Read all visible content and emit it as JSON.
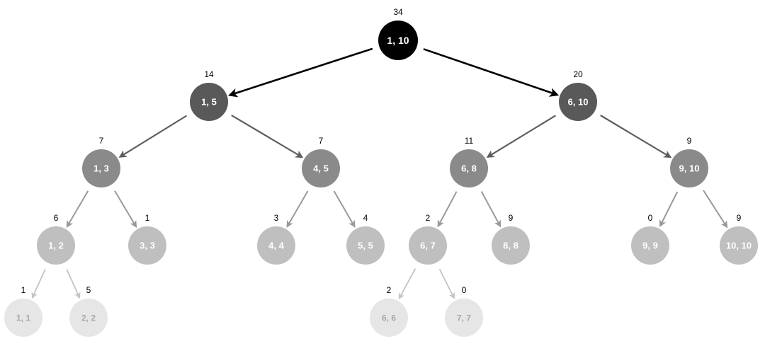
{
  "levels": [
    {
      "fill": "#000000",
      "text": "#ffffff",
      "edge": "#000000"
    },
    {
      "fill": "#595959",
      "text": "#ffffff",
      "edge": "#5e5e5e"
    },
    {
      "fill": "#8a8a8a",
      "text": "#ffffff",
      "edge": "#999999"
    },
    {
      "fill": "#bfbfbf",
      "text": "#ffffff",
      "edge": "#c4c4c4"
    },
    {
      "fill": "#e6e6e6",
      "text": "#a8a8a8",
      "edge": null
    }
  ],
  "nodes": [
    {
      "id": "n1_10",
      "label": "1, 10",
      "sum": "34",
      "level": 0
    },
    {
      "id": "n1_5",
      "label": "1, 5",
      "sum": "14",
      "level": 1,
      "parent": "n1_10"
    },
    {
      "id": "n6_10",
      "label": "6, 10",
      "sum": "20",
      "level": 1,
      "parent": "n1_10"
    },
    {
      "id": "n1_3",
      "label": "1, 3",
      "sum": "7",
      "level": 2,
      "parent": "n1_5"
    },
    {
      "id": "n4_5",
      "label": "4, 5",
      "sum": "7",
      "level": 2,
      "parent": "n1_5"
    },
    {
      "id": "n6_8",
      "label": "6, 8",
      "sum": "11",
      "level": 2,
      "parent": "n6_10"
    },
    {
      "id": "n9_10",
      "label": "9, 10",
      "sum": "9",
      "level": 2,
      "parent": "n6_10"
    },
    {
      "id": "n1_2",
      "label": "1, 2",
      "sum": "6",
      "level": 3,
      "parent": "n1_3"
    },
    {
      "id": "n3_3",
      "label": "3, 3",
      "sum": "1",
      "level": 3,
      "parent": "n1_3"
    },
    {
      "id": "n4_4",
      "label": "4, 4",
      "sum": "3",
      "level": 3,
      "parent": "n4_5"
    },
    {
      "id": "n5_5",
      "label": "5, 5",
      "sum": "4",
      "level": 3,
      "parent": "n4_5"
    },
    {
      "id": "n6_7",
      "label": "6, 7",
      "sum": "2",
      "level": 3,
      "parent": "n6_8"
    },
    {
      "id": "n8_8",
      "label": "8, 8",
      "sum": "9",
      "level": 3,
      "parent": "n6_8"
    },
    {
      "id": "n9_9",
      "label": "9, 9",
      "sum": "0",
      "level": 3,
      "parent": "n9_10"
    },
    {
      "id": "n10_10",
      "label": "10, 10",
      "sum": "9",
      "level": 3,
      "parent": "n9_10"
    },
    {
      "id": "n1_1",
      "label": "1, 1",
      "sum": "1",
      "level": 4,
      "parent": "n1_2"
    },
    {
      "id": "n2_2",
      "label": "2, 2",
      "sum": "5",
      "level": 4,
      "parent": "n1_2"
    },
    {
      "id": "n6_6",
      "label": "6, 6",
      "sum": "2",
      "level": 4,
      "parent": "n6_7"
    },
    {
      "id": "n7_7",
      "label": "7, 7",
      "sum": "0",
      "level": 4,
      "parent": "n6_7"
    }
  ]
}
